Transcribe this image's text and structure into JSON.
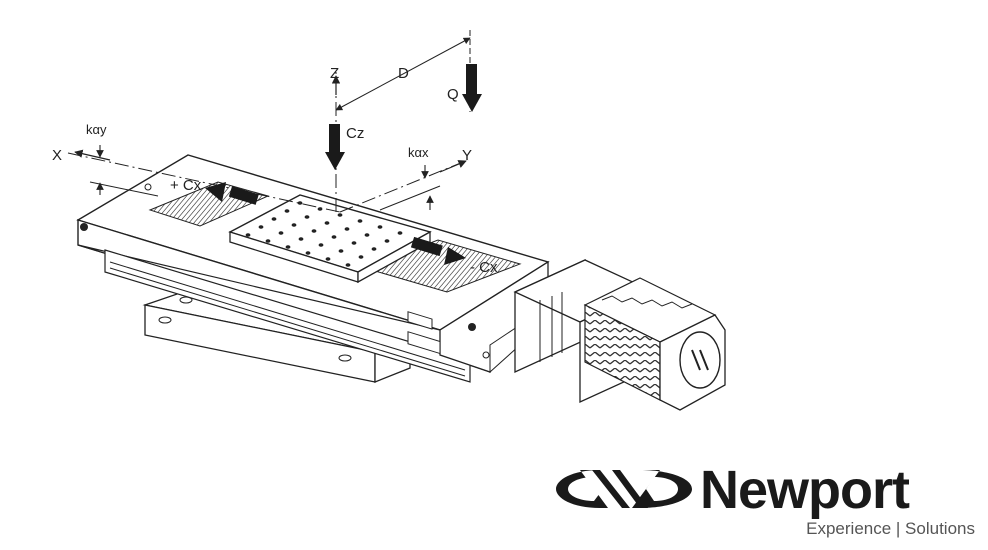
{
  "diagram": {
    "labels": {
      "x_axis": "X",
      "y_axis": "Y",
      "z_axis": "Z",
      "distance": "D",
      "load": "Q",
      "cz": "Cz",
      "cx_left": "+ Cx",
      "cx_right": "- Cx",
      "kay": "kαy",
      "kax": "kαx"
    }
  },
  "brand": {
    "name": "Newport",
    "tagline": "Experience | Solutions"
  },
  "colors": {
    "line": "#222222",
    "fill_dark": "#1a1a1a",
    "fill_light": "#ffffff",
    "tagline": "#555555"
  }
}
